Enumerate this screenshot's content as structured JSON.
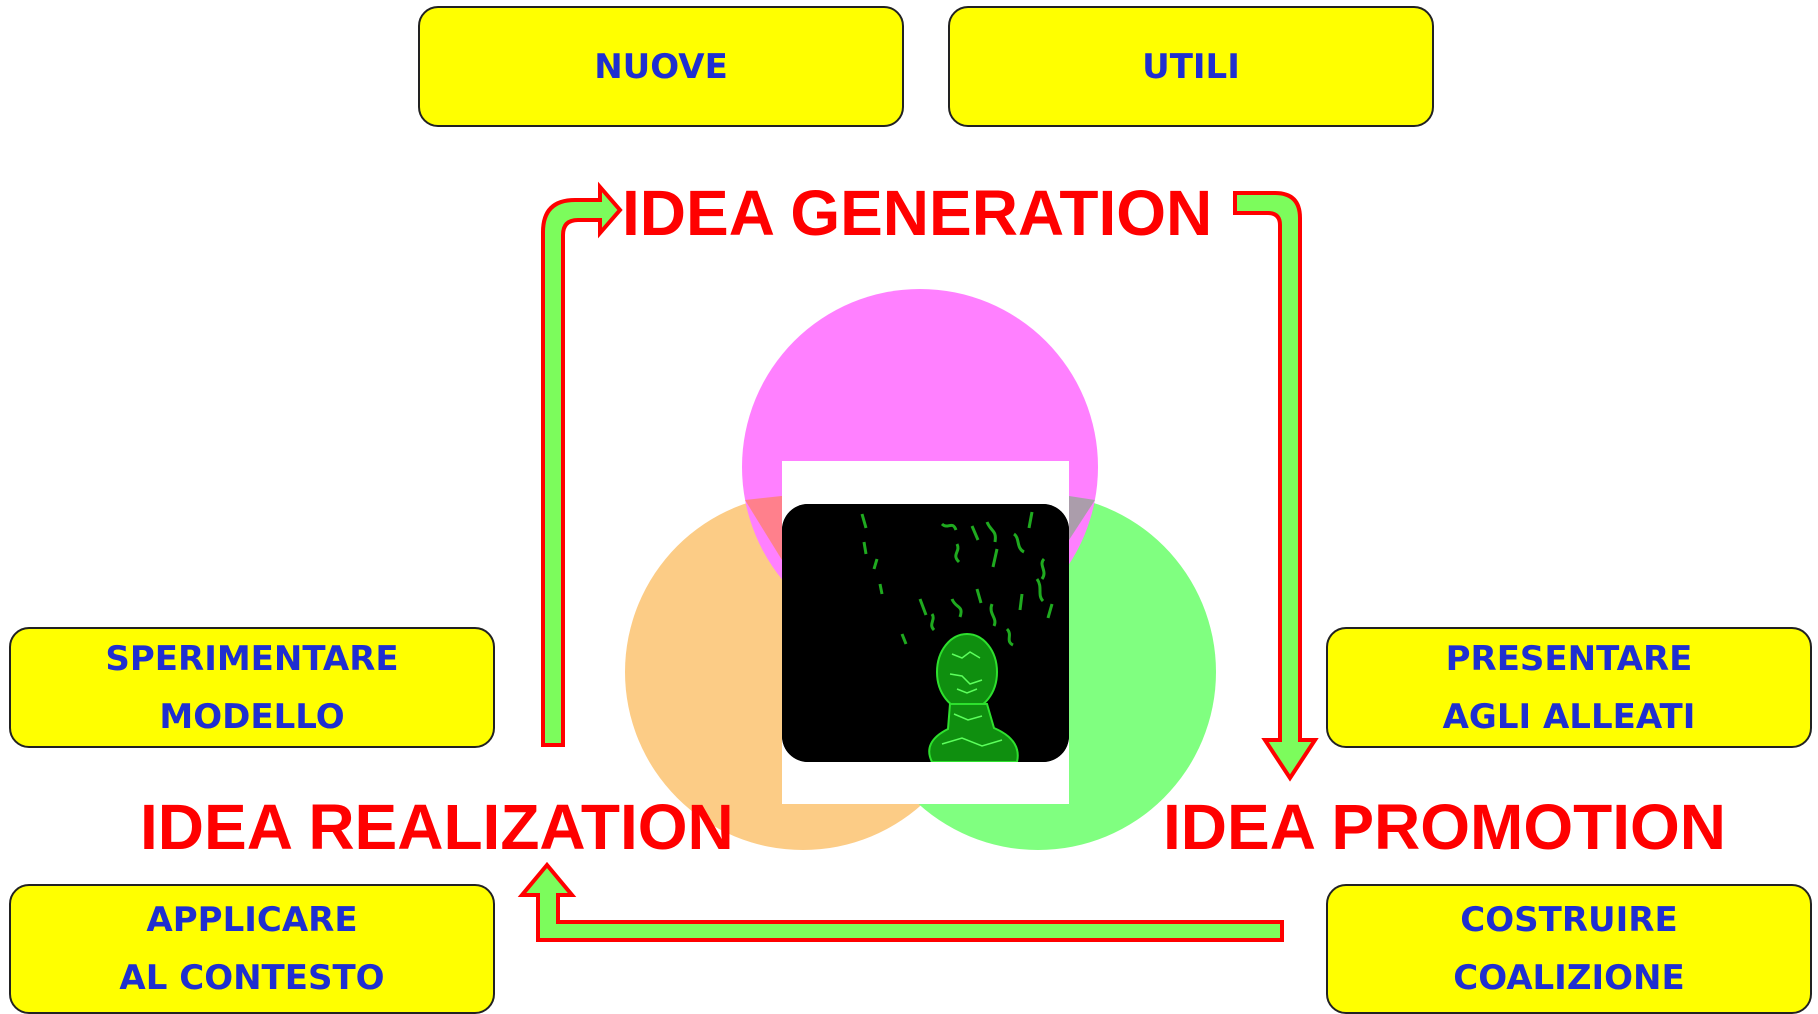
{
  "boxes": {
    "nuove": "NUOVE",
    "utili": "UTILI",
    "sperimentare_line1": "SPERIMENTARE",
    "sperimentare_line2": "MODELLO",
    "presentare_line1": "PRESENTARE",
    "presentare_line2": "AGLI ALLEATI",
    "applicare_line1": "APPLICARE",
    "applicare_line2": "AL CONTESTO",
    "costruire_line1": "COSTRUIRE",
    "costruire_line2": "COALIZIONE"
  },
  "stages": {
    "generation": "IDEA GENERATION",
    "realization": "IDEA REALIZATION",
    "promotion": "IDEA PROMOTION"
  },
  "colors": {
    "box_fill": "#ffff00",
    "box_text": "#1f2fd0",
    "stage_text": "#ff0000",
    "arrow_fill": "#7cfc5c",
    "arrow_outline": "#ff0000",
    "circle_top": "#ff80ff",
    "circle_left": "#fccc86",
    "circle_right": "#80ff80"
  },
  "icons": {
    "center_image": "green-digital-head-icon"
  }
}
